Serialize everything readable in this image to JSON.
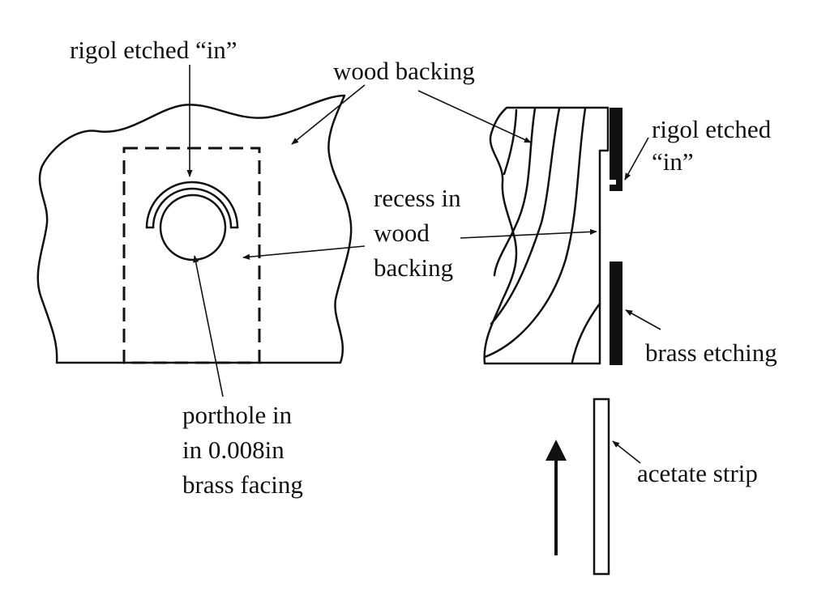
{
  "labels": {
    "rigol_left": "rigol etched “in”",
    "wood_backing": "wood backing",
    "recess": [
      "recess in",
      "wood",
      "backing"
    ],
    "rigol_right": [
      "rigol etched",
      "“in”"
    ],
    "brass_etching": "brass etching",
    "porthole": [
      "porthole in",
      "in 0.008in",
      "brass facing"
    ],
    "acetate_strip": "acetate strip"
  },
  "colors": {
    "ink": "#111111",
    "paper": "#ffffff"
  }
}
